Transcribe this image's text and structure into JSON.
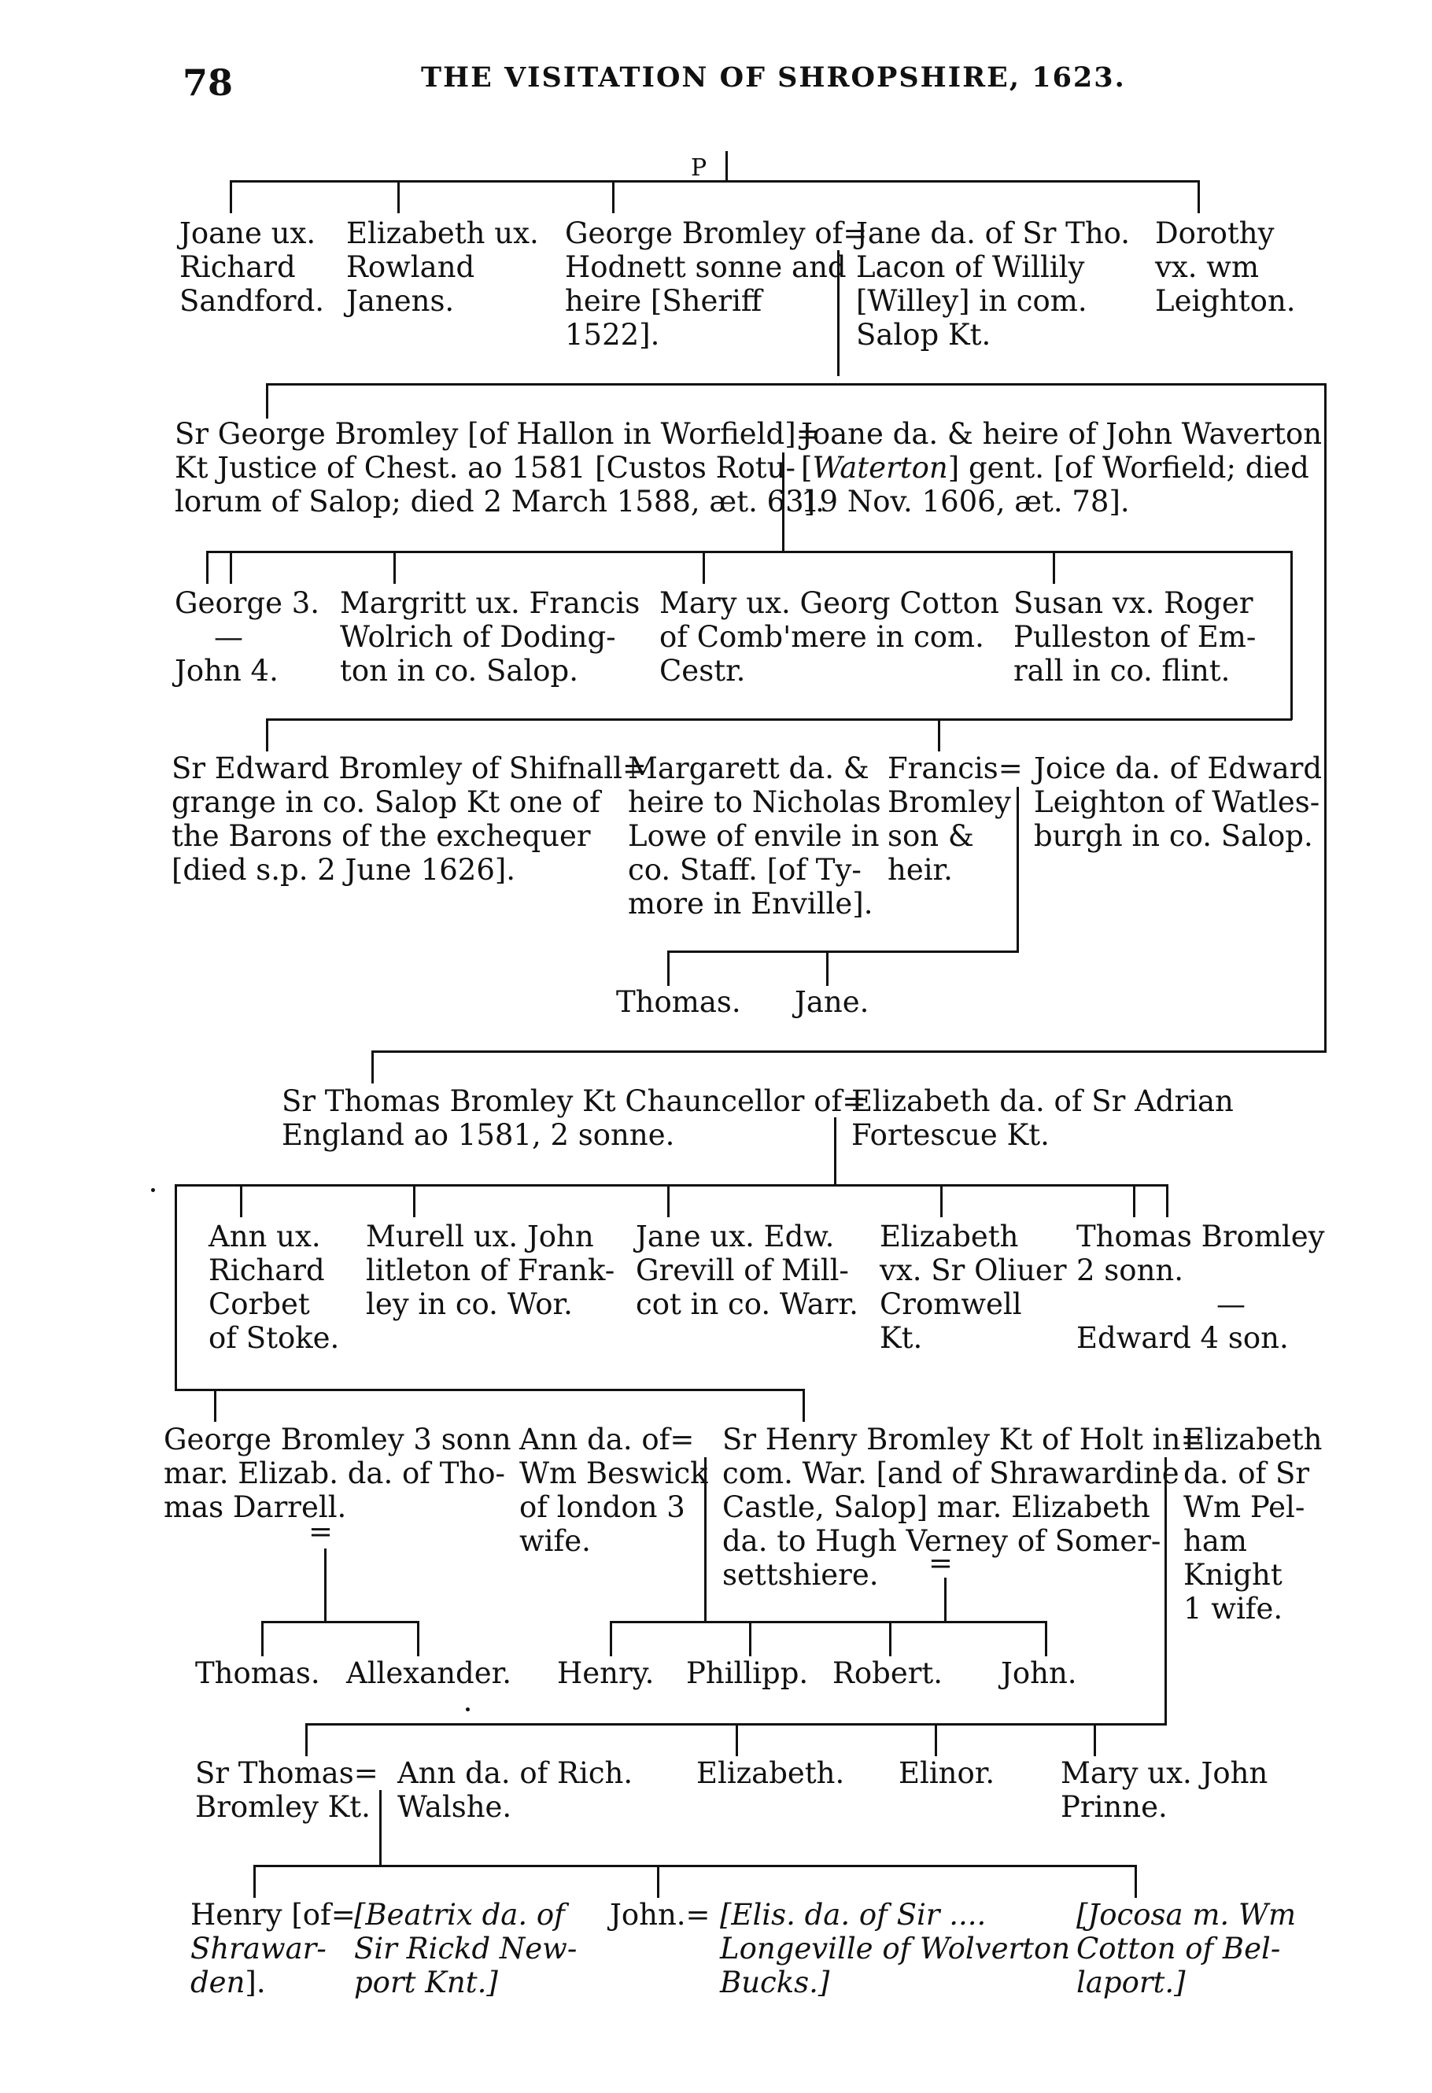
{
  "header": {
    "page_number": "78",
    "title": "THE VISITATION OF SHROPSHIRE, 1623."
  },
  "tree": {
    "p_marker": "P",
    "gen1": {
      "joane": [
        "Joane ux.",
        "Richard",
        "Sandford."
      ],
      "elizabeth": [
        "Elizabeth ux.",
        "Rowland",
        "Janens."
      ],
      "george": [
        "George Bromley of=",
        "Hodnett sonne and",
        "heire [Sheriff",
        "1522]."
      ],
      "jane": [
        "Jane da. of Sr Tho.",
        "Lacon of Willily",
        "[Willey] in com.",
        "Salop Kt."
      ],
      "dorothy": [
        "Dorothy",
        "vx. wm",
        "Leighton."
      ]
    },
    "gen2": {
      "george": [
        "Sr George Bromley [of Hallon in Worfield]=",
        "Kt Justice of Chest. ao 1581 [Custos Rotu-",
        "lorum of Salop; died 2 March 1588, æt. 63]."
      ],
      "joane_1": "Joane da. & heire of John Waverton",
      "joane_2a": "[",
      "joane_2b": "Waterton",
      "joane_2c": "] gent. [of Worfield; died",
      "joane_3": "19 Nov. 1606, æt. 78]."
    },
    "gen3": {
      "george_john": [
        "George 3.",
        "—",
        "John 4."
      ],
      "margritt": [
        "Margritt ux. Francis",
        "Wolrich of Doding-",
        "ton in co. Salop."
      ],
      "mary": [
        "Mary ux. Georg Cotton",
        "of Comb'mere in com.",
        "Cestr."
      ],
      "susan": [
        "Susan vx. Roger",
        "Pulleston of Em-",
        "rall in co. flint."
      ]
    },
    "gen4": {
      "edward": [
        "Sr Edward Bromley of Shifnall=",
        "grange in co. Salop Kt one of",
        "the Barons of the exchequer",
        "[died s.p. 2 June 1626]."
      ],
      "margarett": [
        "Margarett da. &",
        "heire to Nicholas",
        "Lowe of envile in",
        "co. Staff. [of Ty-",
        "more in Enville]."
      ],
      "francis": [
        "Francis=",
        "Bromley",
        "son &",
        "heir."
      ],
      "joice": [
        "Joice da. of Edward",
        "Leighton of Watles-",
        "burgh in co. Salop."
      ],
      "thomas": "Thomas.",
      "jane": "Jane."
    },
    "gen5": {
      "thomas": [
        "Sr Thomas Bromley Kt Chauncellor of=",
        "England ao 1581, 2 sonne."
      ],
      "elizabeth": [
        "Elizabeth da. of Sr Adrian",
        "Fortescue Kt."
      ]
    },
    "gen6": {
      "ann": [
        "Ann ux.",
        "Richard",
        "Corbet",
        "of Stoke."
      ],
      "murell": [
        "Murell ux. John",
        "litleton of Frank-",
        "ley in co. Wor."
      ],
      "jane": [
        "Jane ux. Edw.",
        "Grevill of Mill-",
        "cot in co. Warr."
      ],
      "elizabeth": [
        "Elizabeth",
        "vx. Sr Oliuer",
        "Cromwell",
        "Kt."
      ],
      "thomas_edward": [
        "Thomas Bromley",
        "2 sonn.",
        "—",
        "Edward 4 son."
      ]
    },
    "gen7": {
      "george": [
        "George Bromley 3 sonn",
        "mar. Elizab. da. of Tho-",
        "mas Darrell."
      ],
      "ann": [
        "Ann da. of=",
        "Wm Beswick",
        "of london 3",
        "wife."
      ],
      "henry": [
        "Sr Henry Bromley Kt of Holt in=",
        "com. War. [and of Shrawardine",
        "Castle, Salop] mar. Elizabeth",
        "da. to Hugh Verney of Somer-",
        "settshiere."
      ],
      "elizabeth": [
        "Elizabeth",
        "da. of Sr",
        "Wm Pel-",
        "ham",
        "Knight",
        "1 wife."
      ],
      "sym_george": "=",
      "sym_henry": "=",
      "thomas": "Thomas.",
      "allexander": "Allexander.",
      "henry_c": "Henry.",
      "phillipp": "Phillipp.",
      "robert": "Robert.",
      "john": "John."
    },
    "gen8": {
      "thomas": [
        "Sr Thomas=",
        "Bromley Kt."
      ],
      "ann": [
        "Ann da. of Rich.",
        "Walshe."
      ],
      "elizabeth": "Elizabeth.",
      "elinor": "Elinor.",
      "mary": [
        "Mary ux. John",
        "Prinne."
      ]
    },
    "gen9": {
      "henry": [
        "Henry [of=",
        "Shrawar-",
        "den]."
      ],
      "beatrix": [
        "[Beatrix da. of",
        "Sir Rickd New-",
        "port Knt.]"
      ],
      "john": "John.=",
      "elis": [
        "[Elis. da. of Sir ....",
        "Longeville of Wolverton",
        "Bucks.]"
      ],
      "jocosa": [
        "[Jocosa m. Wm",
        "Cotton of Bel-",
        "laport.]"
      ]
    }
  }
}
